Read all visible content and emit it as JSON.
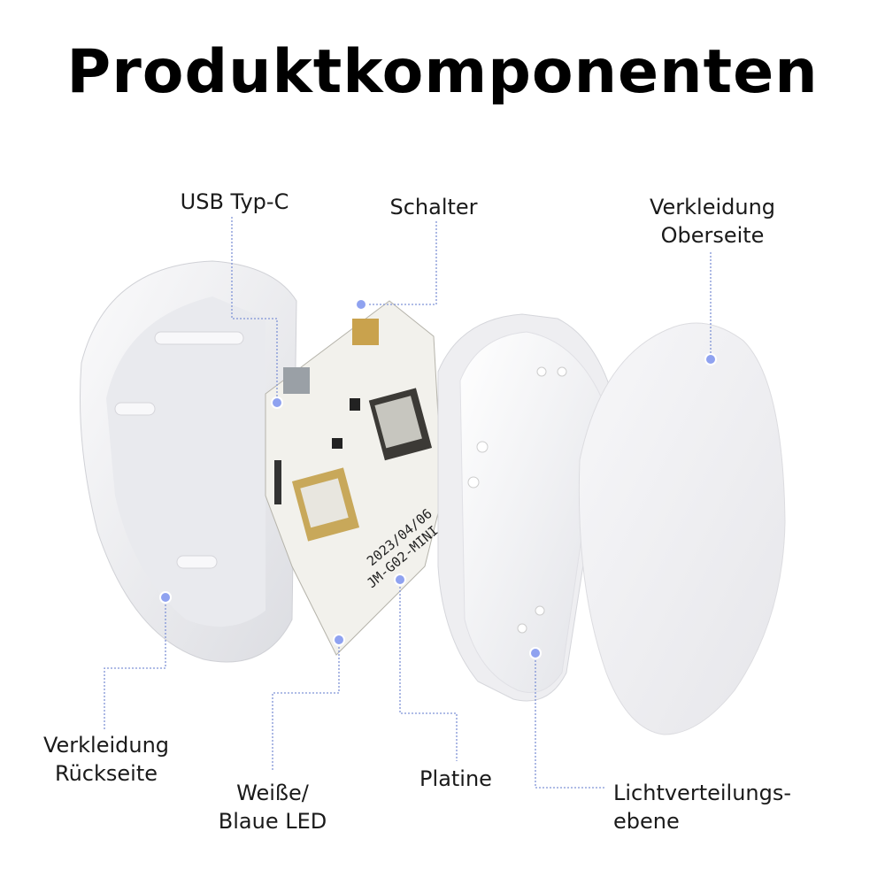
{
  "title": "Produktkomponenten",
  "labels": {
    "usb": "USB Typ-C",
    "switch": "Schalter",
    "top_cover_1": "Verkleidung",
    "top_cover_2": "Oberseite",
    "back_cover_1": "Verkleidung",
    "back_cover_2": "Rückseite",
    "led_1": "Weiße/",
    "led_2": "Blaue LED",
    "pcb": "Platine",
    "light_1": "Lichtverteilungs-",
    "light_2": "ebene"
  },
  "pcb_print": {
    "date": "2023/04/06",
    "model": "JM-G02-MINI"
  },
  "colors": {
    "leader": "#7f93d6",
    "dot": "#8fa2f0",
    "pcb": "#f2f1ec",
    "housing": "#f4f4f6"
  }
}
